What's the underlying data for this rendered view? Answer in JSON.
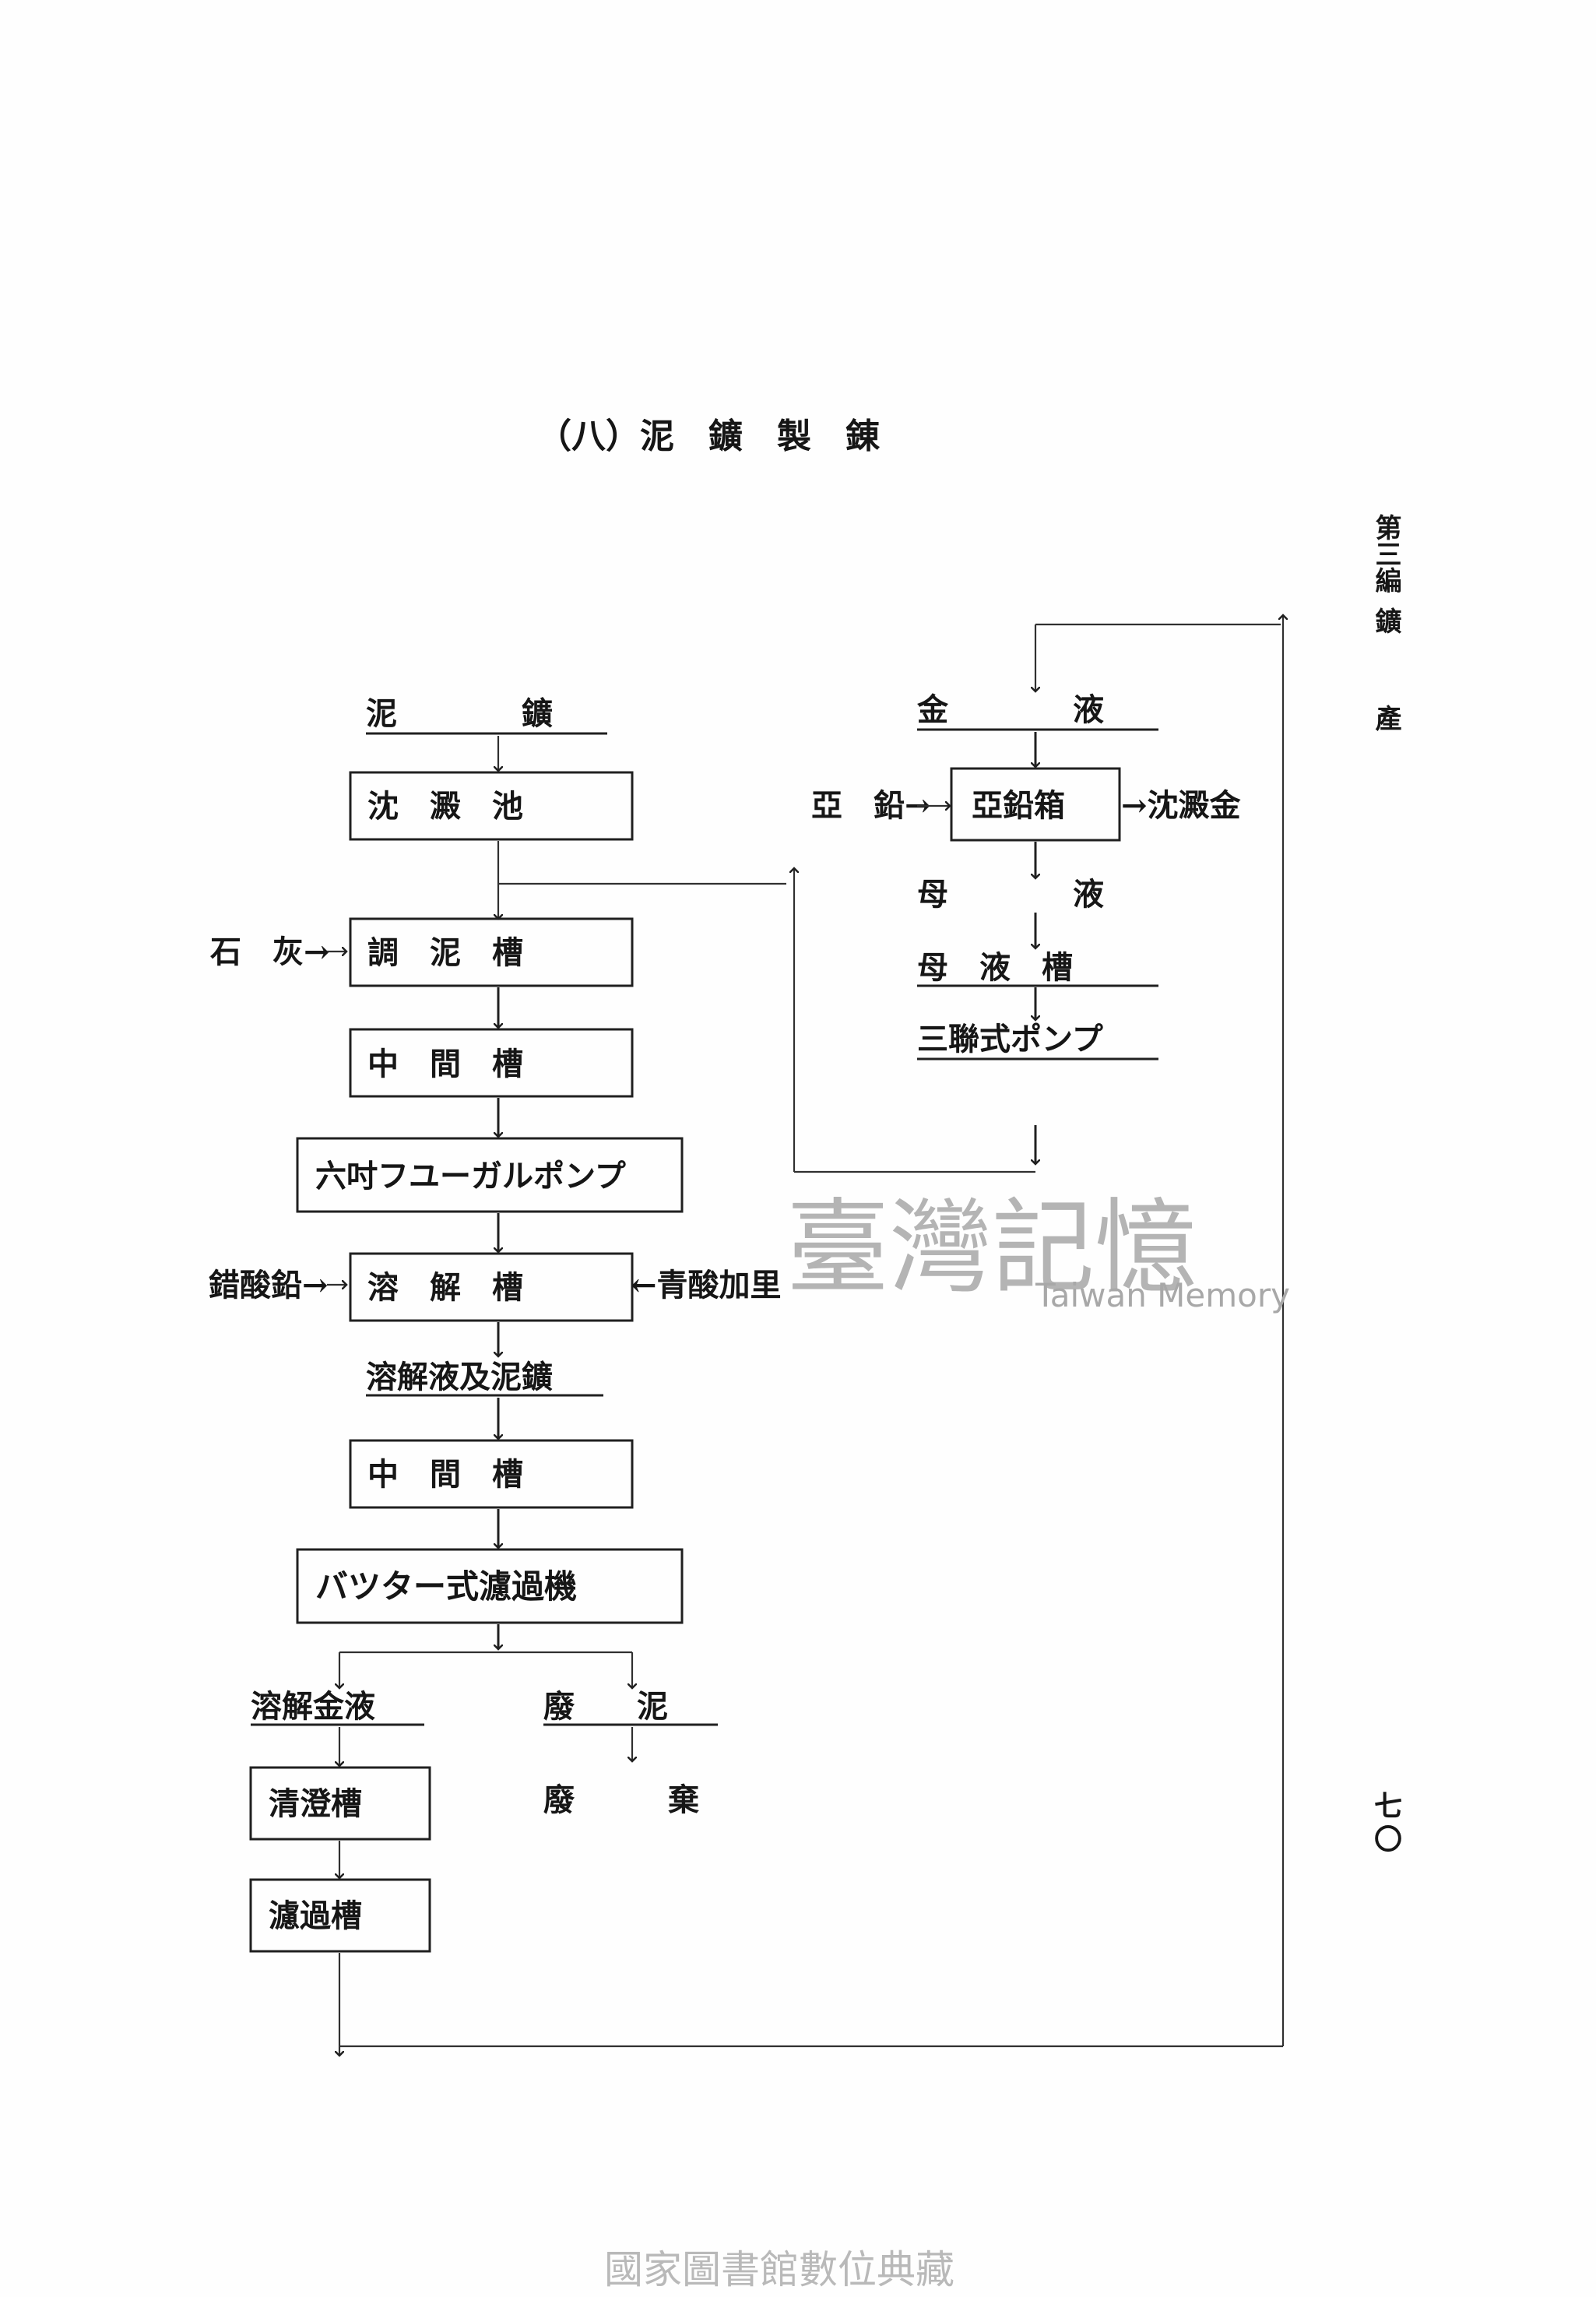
{
  "title": "（八）泥　鑛　製　錬",
  "margin": {
    "chapter": "第三編",
    "subject_1": "鑛",
    "subject_2": "產",
    "page_number_1": "七",
    "page_number_2": "〇"
  },
  "left_flow": {
    "start": "泥　　　　鑛",
    "tank_1": "沈　澱　池",
    "tank_2": "調　泥　槽",
    "input_lime": "石　灰→",
    "tank_3": "中　間　槽",
    "pump": "六吋フユーガルポンプ",
    "tank_4": "溶　解　槽",
    "input_lead_acetate": "錯酸鉛→",
    "input_cyanide": "←青酸加里",
    "intermediate": "溶解液及泥鑛",
    "tank_5": "中　間　槽",
    "filter": "バツター式濾過機",
    "branch_gold": "溶解金液",
    "branch_waste": "廢　　泥",
    "waste_end": "廢　　　棄",
    "tank_clarify": "清澄槽",
    "tank_filter": "濾過槽"
  },
  "right_flow": {
    "start": "金　　　　液",
    "input_zinc": "亞　鉛→",
    "zinc_box": "亞鉛箱",
    "output_gold": "→沈澱金",
    "mother_liquor": "母　　　　液",
    "mother_tank": "母　液　槽",
    "pump": "三聯式ポンプ"
  },
  "watermark": {
    "chinese": "臺灣記憶",
    "english": "Taiwan Memory"
  },
  "footer": "國家圖書館數位典藏"
}
